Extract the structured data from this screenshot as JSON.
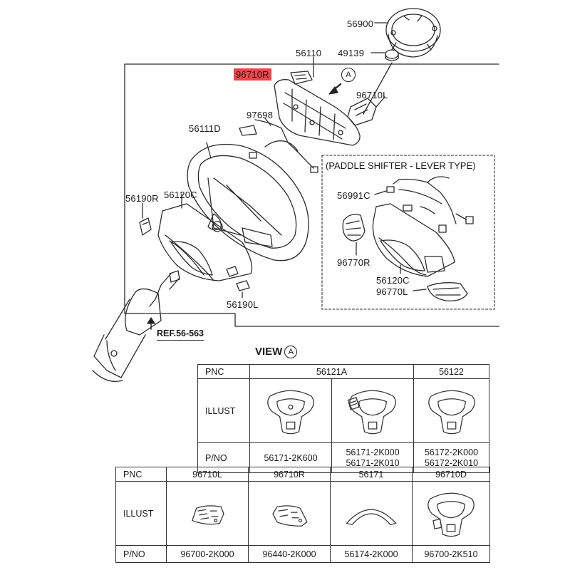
{
  "callouts": {
    "p56900": "56900",
    "p56110": "56110",
    "p49139": "49139",
    "p96710R": "96710R",
    "p96710L": "96710L",
    "p97698": "97698",
    "p56111D": "56111D",
    "p56190R": "56190R",
    "p56120C": "56120C",
    "p56190L": "56190L",
    "p56991C": "56991C",
    "p96770R": "96770R",
    "p56120C_inset": "56120C",
    "p96770L": "96770L",
    "view_marker": "A"
  },
  "inset_title": "(PADDLE SHIFTER - LEVER TYPE)",
  "ref_label": "REF.56-563",
  "view_title": "VIEW",
  "view_circle": "A",
  "highlight_color": "#e8474c",
  "table_top": {
    "row_labels": {
      "pnc": "PNC",
      "illust": "ILLUST",
      "pno": "P/NO"
    },
    "pnc_a": "56121A",
    "pnc_b": "56122",
    "pno": [
      "56171-2K600",
      "56171-2K000",
      "56171-2K010",
      "56172-2K000",
      "56172-2K010"
    ]
  },
  "table_bottom": {
    "row_labels": {
      "pnc": "PNC",
      "illust": "ILLUST",
      "pno": "P/NO"
    },
    "pnc": [
      "96710L",
      "96710R",
      "56171",
      "96710D"
    ],
    "pno": [
      "96700-2K000",
      "96440-2K000",
      "56174-2K000",
      "96700-2K510"
    ]
  }
}
